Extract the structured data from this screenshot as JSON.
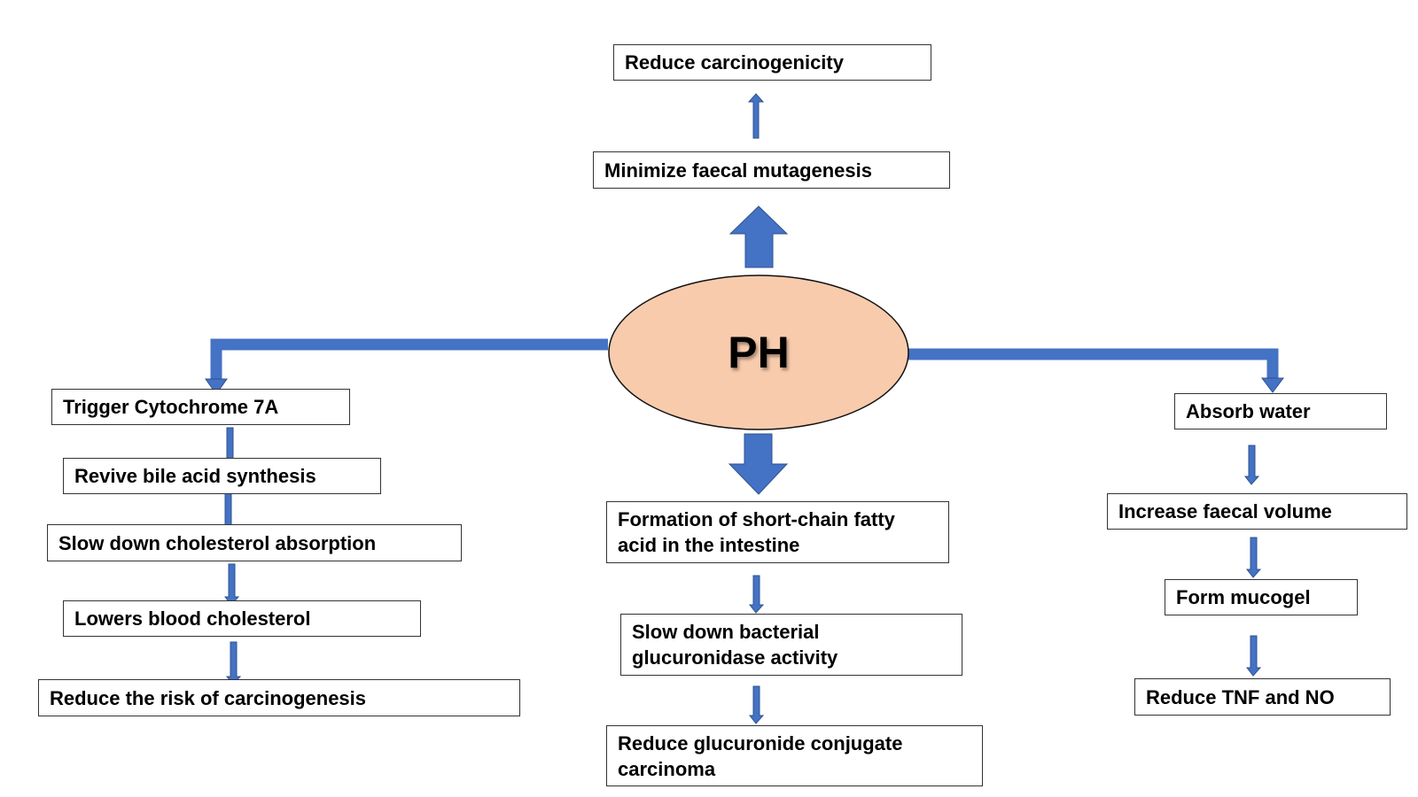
{
  "center": {
    "label": "PH"
  },
  "colors": {
    "arrow": "#4472C4",
    "arrow_stroke": "#2F528F",
    "ellipse_fill": "#F8CBAD",
    "box_border": "#333333"
  },
  "top_branch": [
    "Minimize faecal mutagenesis",
    "Reduce carcinogenicity"
  ],
  "left_branch": [
    "Trigger Cytochrome 7A",
    "Revive bile acid synthesis",
    "Slow down cholesterol absorption",
    "Lowers blood cholesterol",
    "Reduce the risk of carcinogenesis"
  ],
  "middle_branch": [
    "Formation of  short-chain fatty acid in the intestine",
    "Slow down bacterial glucuronidase activity",
    "Reduce glucuronide conjugate carcinoma"
  ],
  "right_branch": [
    "Absorb water",
    "Increase faecal volume",
    "Form mucogel",
    "Reduce TNF and NO"
  ]
}
